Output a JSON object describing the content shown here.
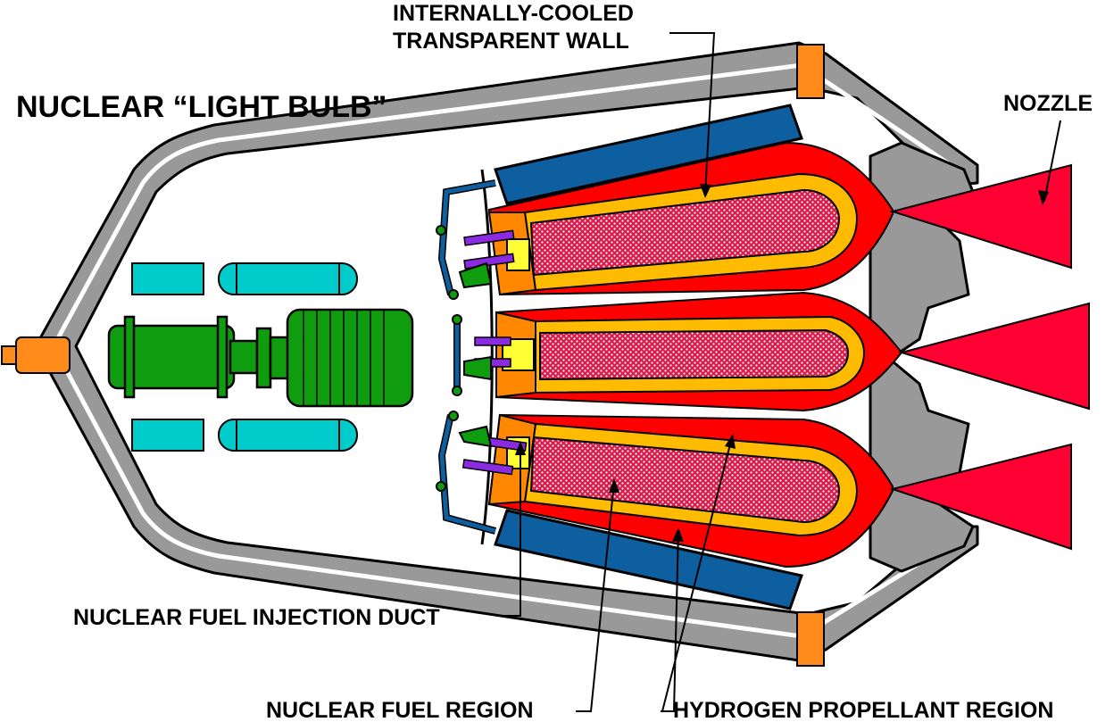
{
  "title": "NUCLEAR “LIGHT BULB”",
  "labels": {
    "wall_line1": "INTERNALLY-COOLED",
    "wall_line2": "TRANSPARENT WALL",
    "nozzle": "NOZZLE",
    "injection_duct": "NUCLEAR FUEL INJECTION DUCT",
    "fuel_region": "NUCLEAR FUEL REGION",
    "propellant_region": "HYDROGEN PROPELLANT REGION"
  },
  "colors": {
    "shell": "#999999",
    "shell_outline": "#000000",
    "propellant": "#ff0000",
    "nozzle": "#ff0033",
    "transparent_wall": "#ffbb00",
    "fuel": "#d81b4a",
    "fuel_dots": "#ffffff",
    "injector_end": "#ff8800",
    "injector_core": "#ffff33",
    "injection_pins": "#8a2be2",
    "radiator": "#0e5fa0",
    "turbine": "#0f9d0f",
    "tanks": "#00cccc",
    "flanges": "#ff8c1a"
  }
}
